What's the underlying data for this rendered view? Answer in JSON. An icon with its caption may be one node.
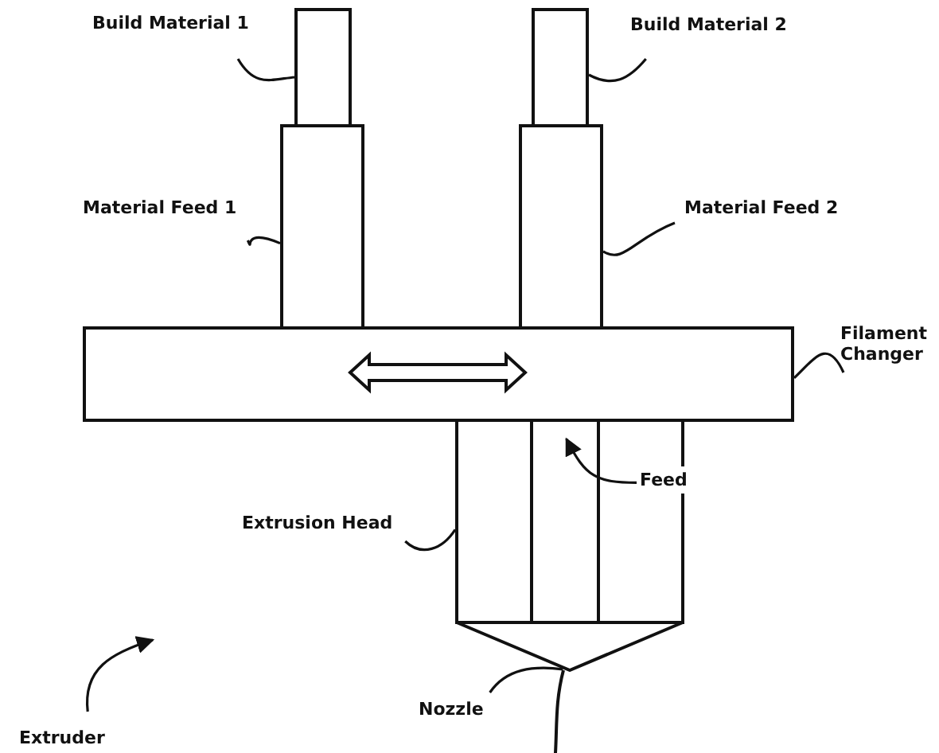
{
  "diagram": {
    "nodes": [
      {
        "text": [
          "Build Material 1"
        ]
      },
      {
        "text": [],
        "shape": "box"
      },
      {
        "text": [
          "Build Material 2"
        ]
      },
      {
        "text": [],
        "shape": "box"
      },
      {
        "text": [
          "Material Feed 1"
        ]
      },
      {
        "text": [],
        "shape": "box"
      },
      {
        "text": [
          "Material Feed 2"
        ]
      },
      {
        "text": [],
        "shape": "box"
      },
      {
        "text": [
          "Filament Changer"
        ]
      },
      {
        "text": [],
        "shape": "box"
      },
      {
        "text": [
          "Feed"
        ],
        "in": 12
      },
      {
        "text": [
          "Extrusion Head"
        ]
      },
      {
        "text": [],
        "shape": "box"
      },
      {
        "text": [],
        "shape": "box",
        "in": 12
      },
      {
        "text": [
          "Nozzle"
        ]
      },
      {
        "text": [],
        "shape": "triangle"
      },
      {
        "text": [
          "Extruder"
        ]
      }
    ],
    "edges": [
      {
        "from": 0,
        "to": 1,
        "arrow": "none"
      },
      {
        "from": 2,
        "to": 3,
        "arrow": "none"
      },
      {
        "from": 4,
        "to": 5,
        "arrow": "none"
      },
      {
        "from": 6,
        "to": 7,
        "arrow": "none"
      },
      {
        "from": 8,
        "to": 9,
        "arrow": "none"
      },
      {
        "from": 10,
        "to": 13,
        "arrow": "to"
      },
      {
        "from": 11,
        "to": 12,
        "arrow": "none"
      },
      {
        "from": 14,
        "to": 15,
        "arrow": "none"
      },
      {
        "from": 16,
        "to": null,
        "arrow": "to"
      }
    ]
  }
}
